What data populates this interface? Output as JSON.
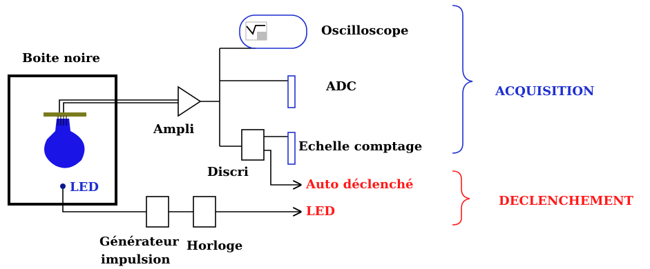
{
  "labels": {
    "black_box": "Boite noire",
    "led_inside": "LED",
    "ampli": "Ampli",
    "discri": "Discri",
    "oscilloscope": "Oscilloscope",
    "adc": "ADC",
    "echelle": "Echelle comptage",
    "auto_declenche": "Auto déclenché",
    "led_out": "LED",
    "generateur_line1": "Générateur",
    "generateur_line2": "impulsion",
    "horloge": "Horloge",
    "acquisition": "ACQUISITION",
    "declenchement": "DECLENCHEMENT"
  },
  "colors": {
    "label_blue": "#1f2fd0",
    "label_red": "#ff1a1a",
    "pmt_blue": "#1a14e6",
    "pmt_cap": "#7a7a1e"
  }
}
